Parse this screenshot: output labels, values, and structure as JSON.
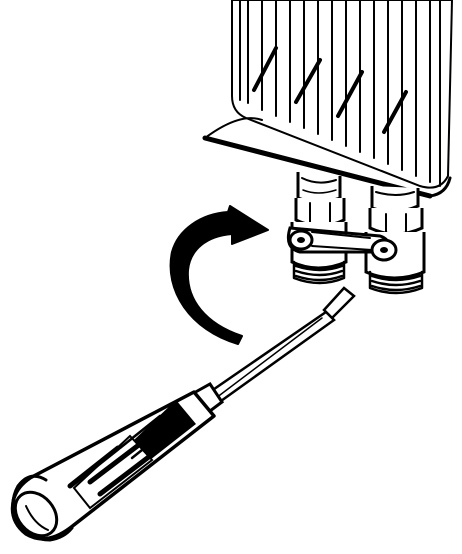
{
  "figure": {
    "components": [
      "radiator",
      "valve-assembly",
      "rotation-arrow",
      "flat-screwdriver"
    ],
    "colors": {
      "ink": "#000000",
      "paper": "#ffffff"
    },
    "icons": {
      "arrow": "curved-arrow-clockwise-icon",
      "tool": "screwdriver-icon"
    }
  }
}
